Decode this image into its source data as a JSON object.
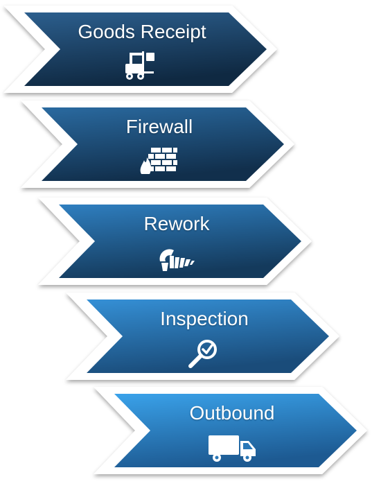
{
  "steps": [
    {
      "label": "Goods Receipt",
      "icon": "forklift-icon",
      "color_top": "#2c5f8e",
      "color_bottom": "#0f2942"
    },
    {
      "label": "Firewall",
      "icon": "brick-wall-fire-icon",
      "color_top": "#2a6aa0",
      "color_bottom": "#112f4c"
    },
    {
      "label": "Rework",
      "icon": "drill-screw-icon",
      "color_top": "#2f7fc0",
      "color_bottom": "#143a5c"
    },
    {
      "label": "Inspection",
      "icon": "magnifier-check-icon",
      "color_top": "#3590d6",
      "color_bottom": "#1a4c7a"
    },
    {
      "label": "Outbound",
      "icon": "delivery-truck-icon",
      "color_top": "#3aa2ea",
      "color_bottom": "#1d5a92"
    }
  ],
  "colors": {
    "frame": "#ffffff",
    "frame_shadow": "#b9b9b9"
  }
}
